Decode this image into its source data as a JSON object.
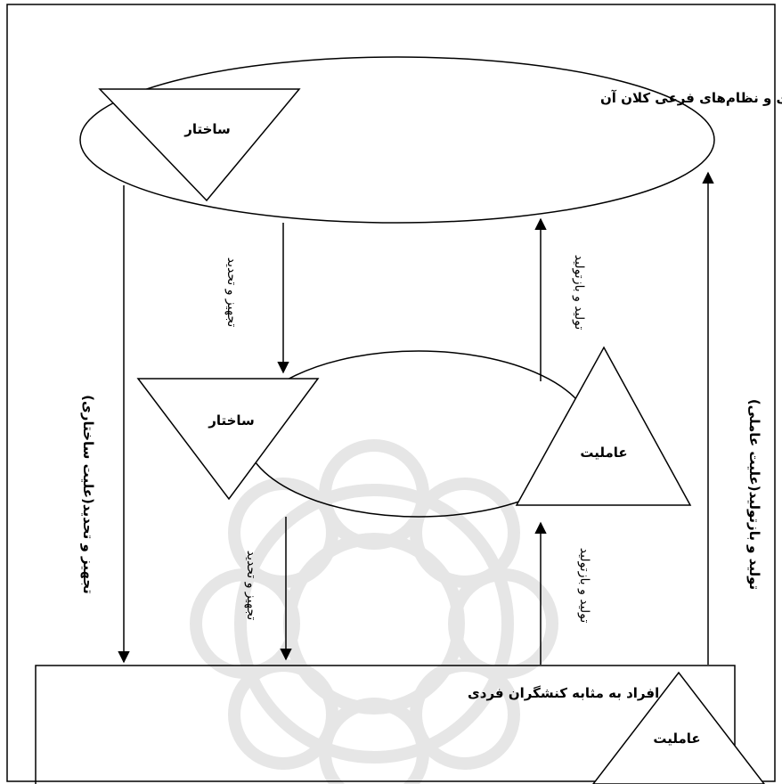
{
  "top_system": {
    "title": "نظام جامعه‌ای و نظام‌های فرعی کلان آن",
    "structure_label": "ساختار"
  },
  "middle": {
    "structure_label": "ساختار",
    "agency_label": "عاملیت"
  },
  "bottom": {
    "title": "افراد به مثابه کنشگران فردی",
    "agency_label": "عاملیت"
  },
  "arrows": {
    "top_to_middle": "تجهیز و تحدید",
    "middle_to_top": "تولید و بازتولید",
    "middle_to_bottom": "تجهیز و تحدید",
    "bottom_to_middle": "تولید و بازتولید",
    "left_long": "تجهیز و تحدید(علیت ساختاری)",
    "right_long": "تولید و بازتولید(علیت عاملی)"
  },
  "colors": {
    "stroke": "#000000",
    "background": "#ffffff",
    "watermark": "#e6e6e6"
  }
}
